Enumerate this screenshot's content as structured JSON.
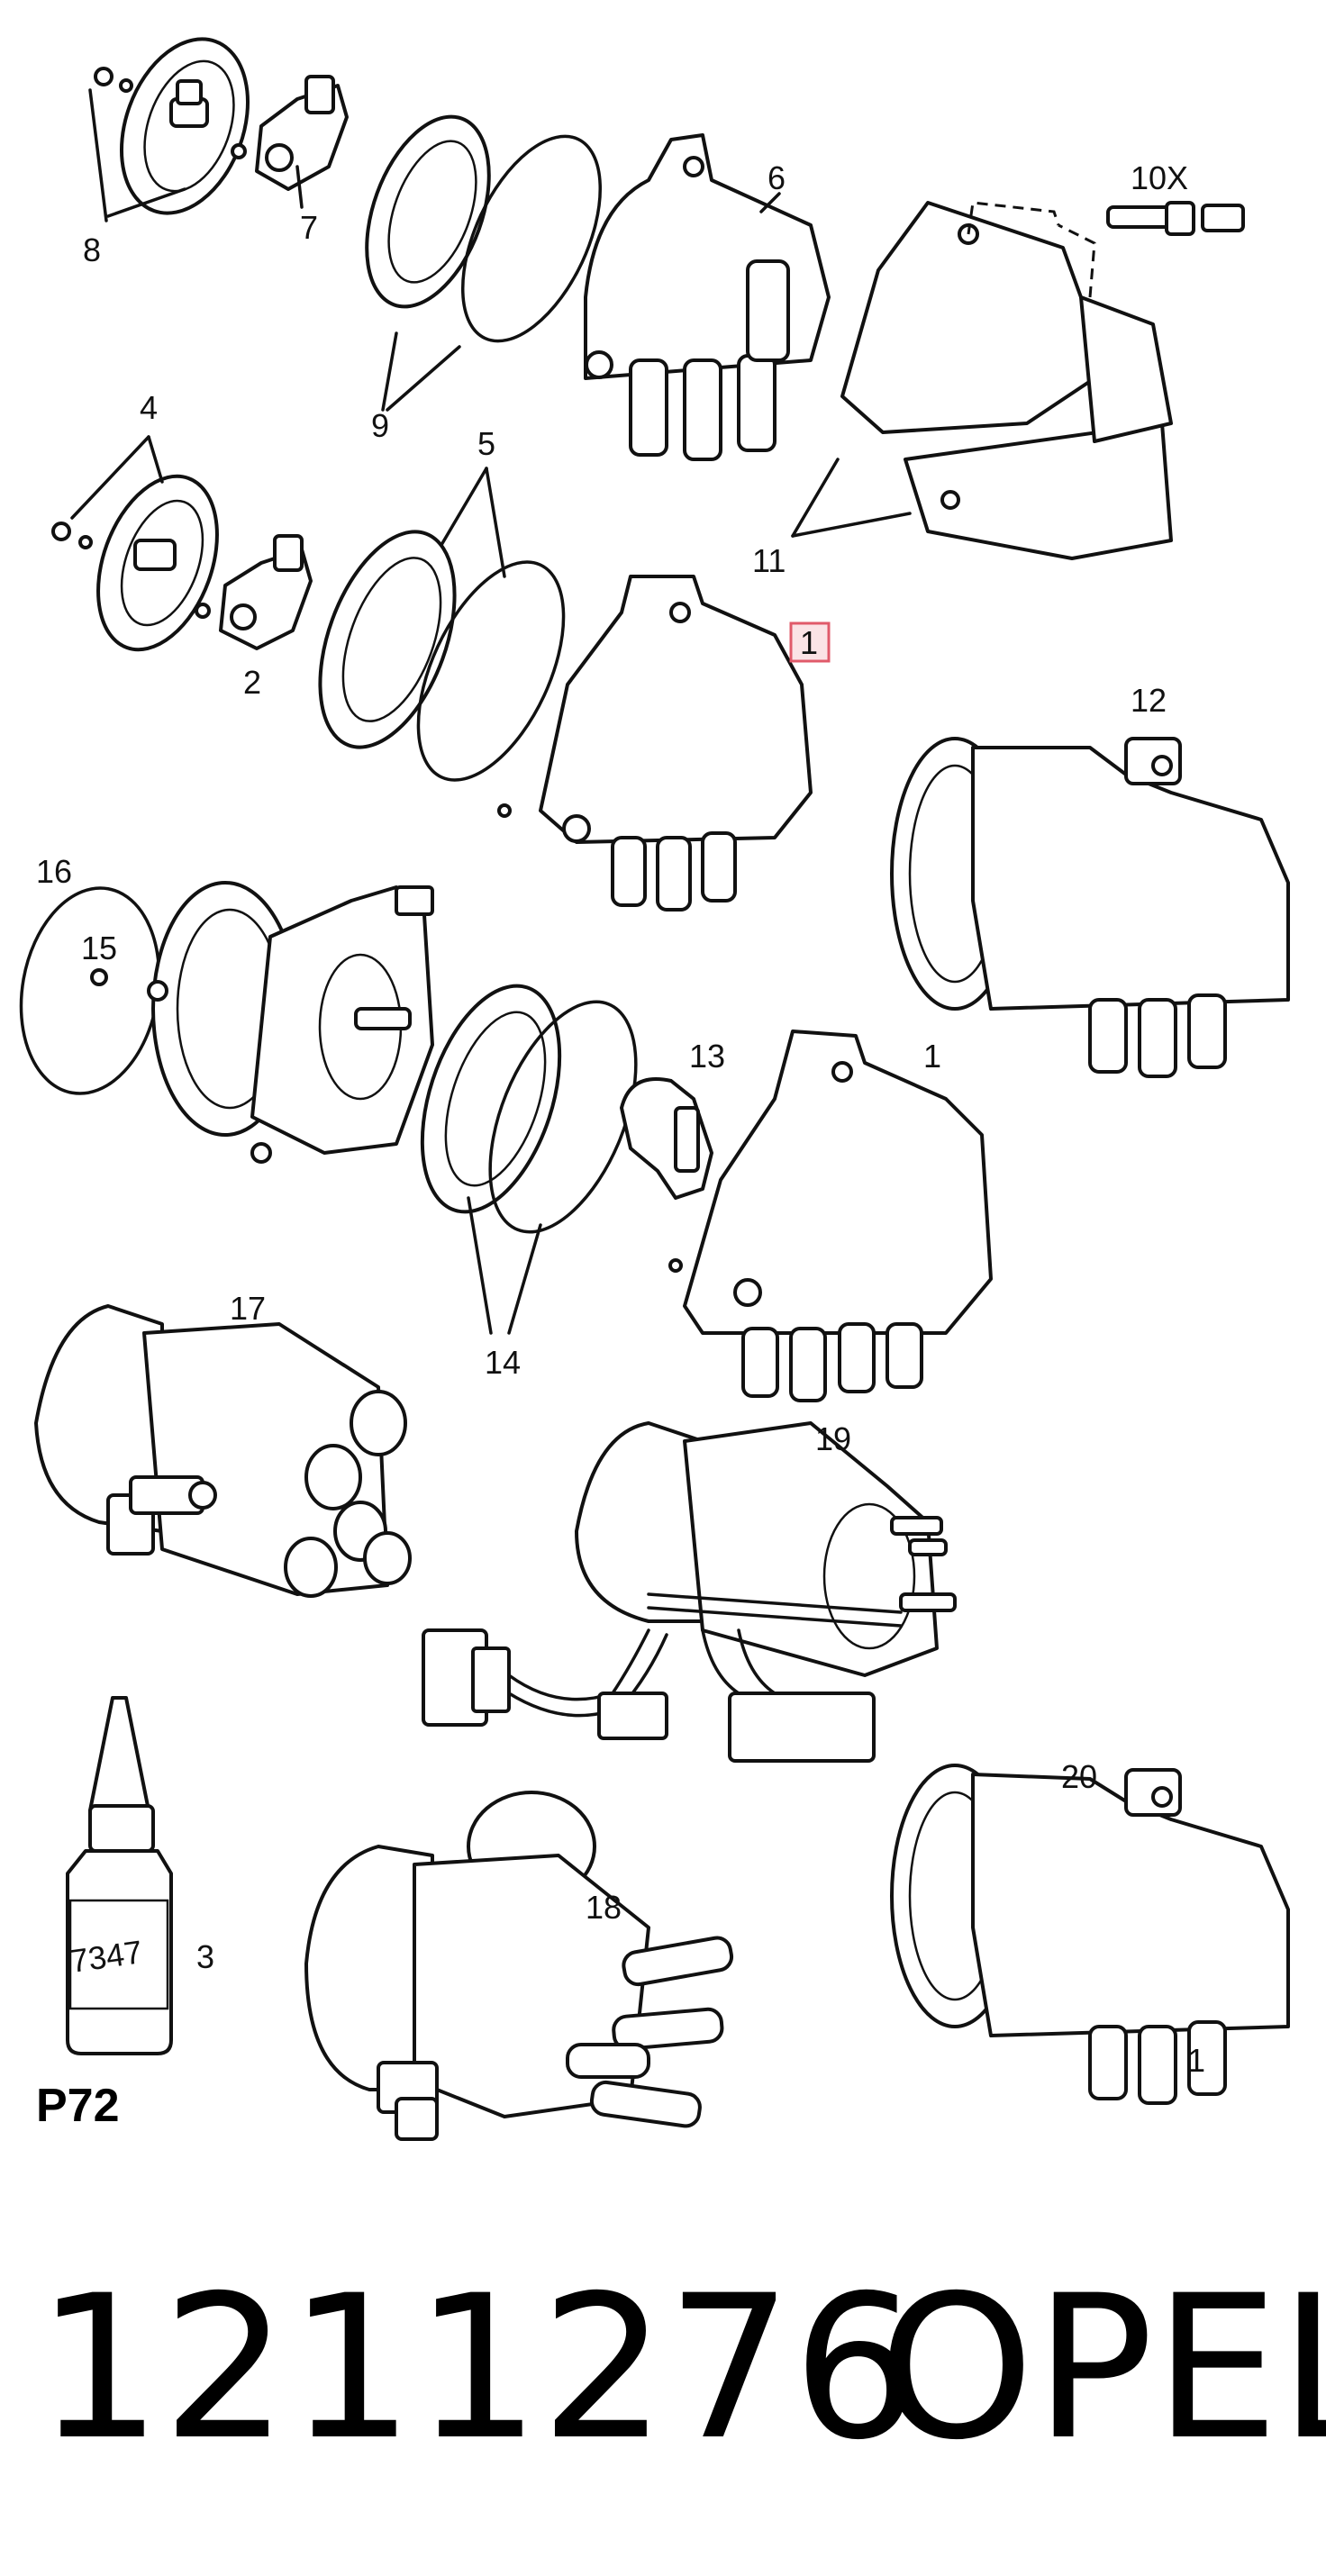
{
  "callouts": {
    "c1_boxed": "1",
    "c1": "1",
    "c2": "2",
    "c3": "3",
    "c4": "4",
    "c5": "5",
    "c6": "6",
    "c7": "7",
    "c8": "8",
    "c9": "9",
    "c10": "10X",
    "c11": "11",
    "c12": "12",
    "c13": "13",
    "c14": "14",
    "c15": "15",
    "c16": "16",
    "c17": "17",
    "c18": "18",
    "c19": "19",
    "c20": "20",
    "c1_small": "1"
  },
  "bottle": {
    "code": "P72",
    "label_number": "7347"
  },
  "footer": {
    "part_number": "1211276",
    "brand": "OPEL"
  },
  "colors": {
    "highlight_box": "#e05a6a",
    "ink": "#111111"
  }
}
